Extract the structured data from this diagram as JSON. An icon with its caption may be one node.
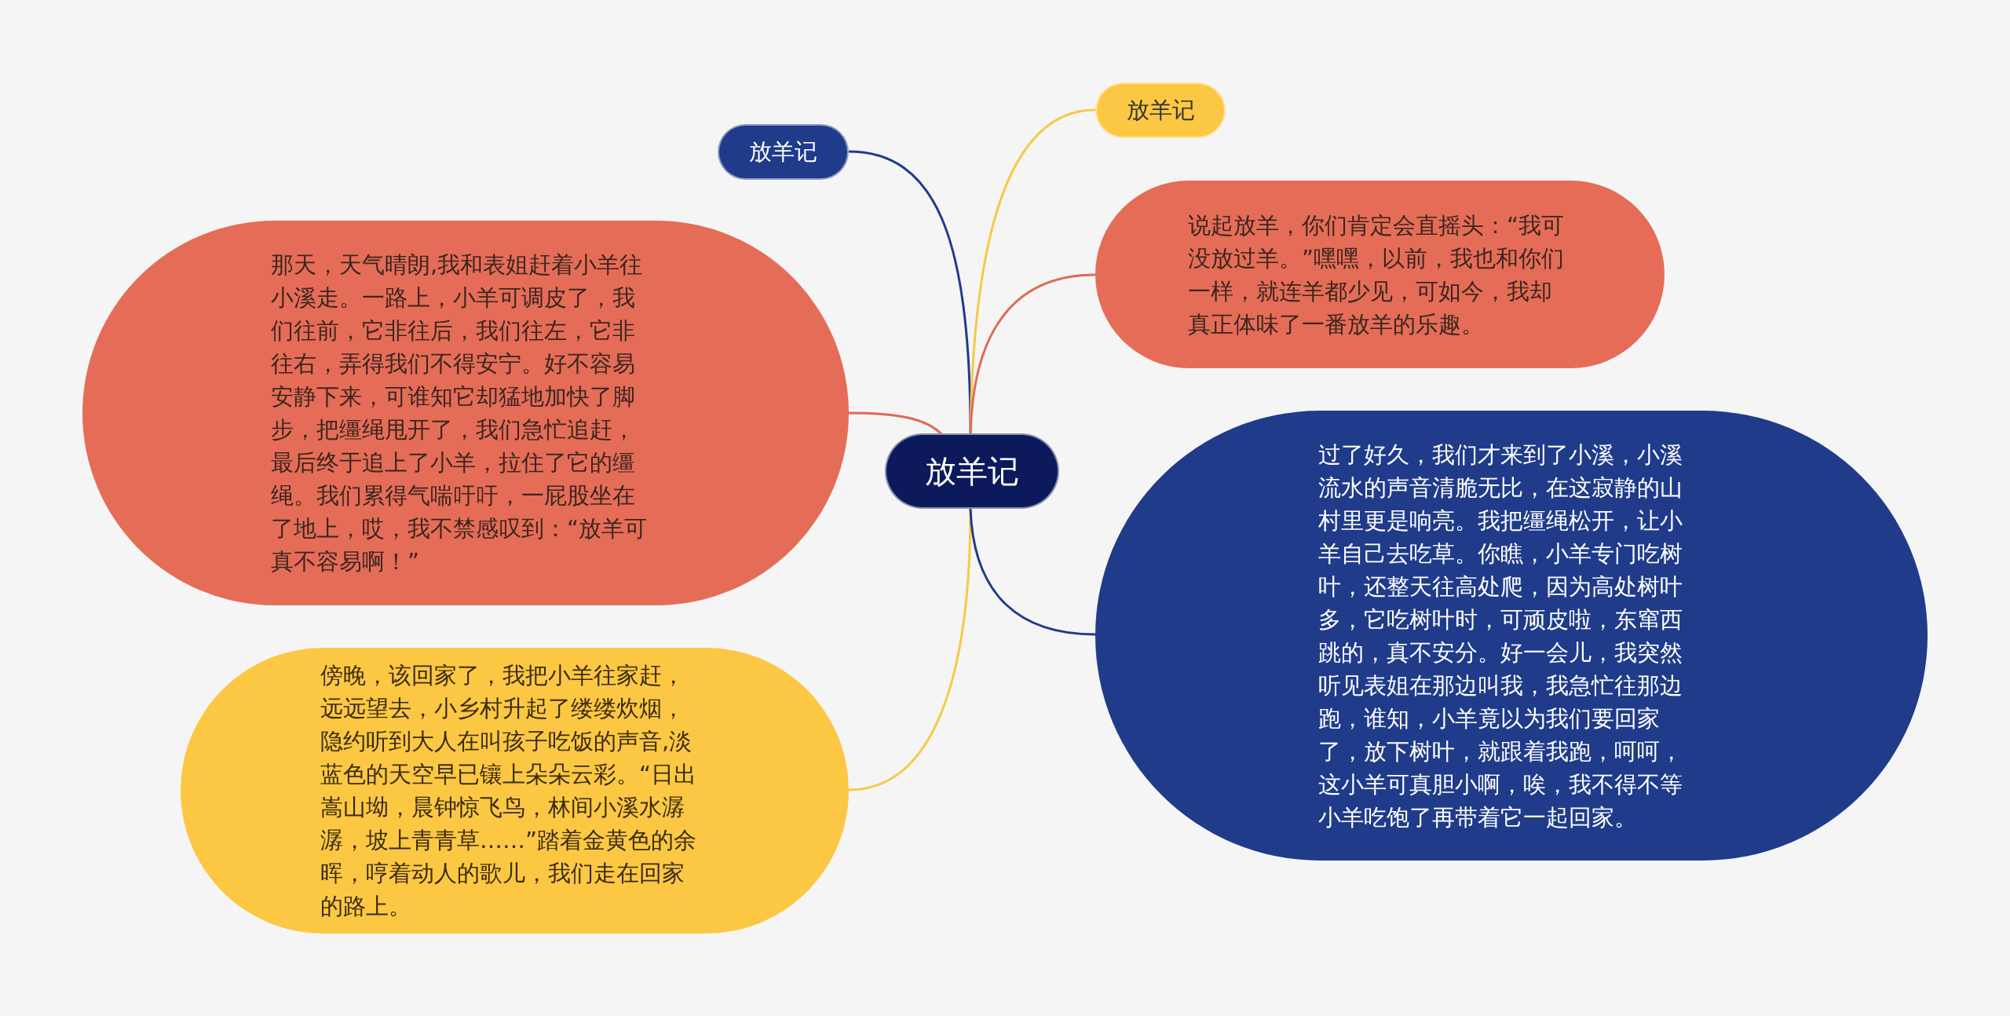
{
  "diagram": {
    "nodes": [
      {
        "text": [
          "放羊记"
        ]
      },
      {
        "text": [
          "放羊记"
        ]
      },
      {
        "text": [
          "放羊记"
        ]
      },
      {
        "text": [
          "那天，天气晴朗,我和表姐赶着小羊往小溪走。一路上，小羊可调皮了，我们往前，它非往后，我们往左，它非往右，弄得我们不得安宁。好不容易安静下来，可谁知它却猛地加快了脚步，把缰绳甩开了，我们急忙追赶，最后终于追上了小羊，拉住了它的缰绳。我们累得气喘吁吁，一屁股坐在了地上，哎，我不禁感叹到：“放羊可真不容易啊！”"
        ]
      },
      {
        "text": [
          "说起放羊，你们肯定会直摇头：“我可没放过羊。”嘿嘿，以前，我也和你们一样，就连羊都少见，可如今，我却真正体味了一番放羊的乐趣。"
        ]
      },
      {
        "text": [
          "傍晚，该回家了，我把小羊往家赶，远远望去，小乡村升起了缕缕炊烟，隐约听到大人在叫孩子吃饭的声音,淡蓝色的天空早已镶上朵朵云彩。“日出嵩山坳，晨钟惊飞鸟，林间小溪水潺潺，坡上青青草……”踏着金黄色的余晖，哼着动人的歌儿，我们走在回家的路上。"
        ]
      },
      {
        "text": [
          "过了好久，我们才来到了小溪，小溪流水的声音清脆无比，在这寂静的山村里更是响亮。我把缰绳松开，让小羊自己去吃草。你瞧，小羊专门吃树叶，还整天往高处爬，因为高处树叶多，它吃树叶时，可顽皮啦，东窜西跳的，真不安分。好一会儿，我突然听见表姐在那边叫我，我急忙往那边跑，谁知，小羊竟以为我们要回家了，放下树叶，就跟着我跑，呵呵，这小羊可真胆小啊，唉，我不得不等小羊吃饱了再带着它一起回家。"
        ]
      }
    ],
    "edges": [
      {
        "from": 0,
        "to": 1,
        "arrow": "none",
        "color": "#1f3b8a"
      },
      {
        "from": 0,
        "to": 2,
        "arrow": "none",
        "color": "#f7c948"
      },
      {
        "from": 0,
        "to": 3,
        "arrow": "none",
        "color": "#e06a55"
      },
      {
        "from": 0,
        "to": 4,
        "arrow": "none",
        "color": "#e06a55"
      },
      {
        "from": 0,
        "to": 5,
        "arrow": "none",
        "color": "#f7c948"
      },
      {
        "from": 0,
        "to": 6,
        "arrow": "none",
        "color": "#1f3b8a"
      }
    ]
  }
}
